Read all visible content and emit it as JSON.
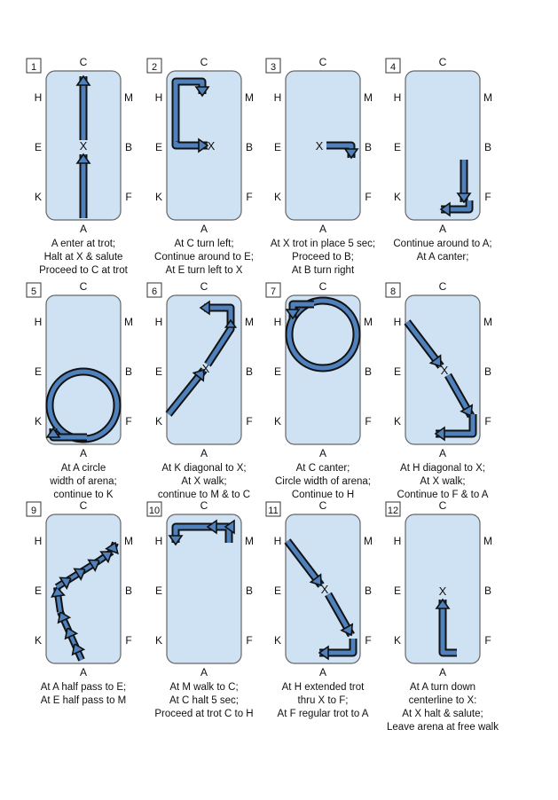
{
  "letters": {
    "top": "C",
    "bottom": "A",
    "left": [
      "H",
      "E",
      "K"
    ],
    "right": [
      "M",
      "B",
      "F"
    ],
    "center": "X"
  },
  "colors": {
    "arena_fill": "#cfe2f3",
    "arena_stroke": "#666666",
    "path_fill": "#4f81bd",
    "path_stroke": "#111111",
    "text": "#111111"
  },
  "panels": [
    {
      "number": "1",
      "caption": [
        "A  enter at trot;",
        "Halt at X & salute",
        "Proceed to C at trot"
      ]
    },
    {
      "number": "2",
      "caption": [
        "At C turn left;",
        "Continue around to E;",
        "At E turn left to X"
      ]
    },
    {
      "number": "3",
      "caption": [
        "At X trot in place 5 sec;",
        "Proceed to B;",
        "At B turn right"
      ]
    },
    {
      "number": "4",
      "caption": [
        "Continue around to A;",
        "At A canter;"
      ]
    },
    {
      "number": "5",
      "caption": [
        "At A circle",
        "width of arena;",
        "continue to K"
      ]
    },
    {
      "number": "6",
      "caption": [
        "At K diagonal to X;",
        "At X walk;",
        "continue to M & to C"
      ]
    },
    {
      "number": "7",
      "caption": [
        "At C canter;",
        "Circle width of arena;",
        "Continue to H"
      ]
    },
    {
      "number": "8",
      "caption": [
        "At H diagonal to X;",
        "At X walk;",
        "Continue to F & to A"
      ]
    },
    {
      "number": "9",
      "caption": [
        "At A half pass to E;",
        "At E half pass to M"
      ]
    },
    {
      "number": "10",
      "caption": [
        "At M walk to C;",
        "At C halt 5 sec;",
        "Proceed at trot C to H"
      ]
    },
    {
      "number": "11",
      "caption": [
        "At H extended trot",
        "thru X to F;",
        "At F regular trot to A"
      ]
    },
    {
      "number": "12",
      "caption": [
        "At A turn down",
        "centerline to X:",
        "At  X halt & salute;",
        "Leave arena at free walk"
      ]
    }
  ]
}
